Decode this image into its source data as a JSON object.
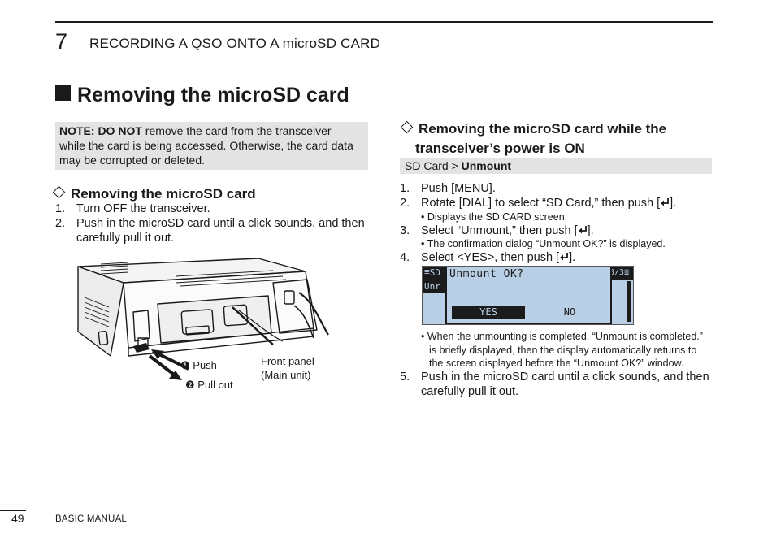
{
  "header": {
    "chapter_number": "7",
    "chapter_title": "RECORDING A QSO ONTO A microSD CARD"
  },
  "section": {
    "title": "Removing the microSD card"
  },
  "note": {
    "bold": "NOTE: DO NOT",
    "line1": " remove the card from the transceiver",
    "line2": "while the card is being accessed. Otherwise, the card data",
    "line3": "may be corrupted or deleted."
  },
  "left": {
    "subtitle": "Removing the microSD card",
    "steps": [
      {
        "n": "1.",
        "text": "Turn OFF the transceiver."
      },
      {
        "n": "2.",
        "text": "Push in the microSD card until a click sounds, and then",
        "text2": "carefully pull it out."
      }
    ],
    "figure": {
      "push_num": "❶",
      "push": "Push",
      "pull_num": "❷",
      "pull": "Pull out",
      "front_panel": "Front panel",
      "main_unit": "(Main unit)"
    }
  },
  "right": {
    "subtitle_line1": "Removing the microSD card while the",
    "subtitle_line2": "transceiver’s power is ON",
    "menu_path": {
      "prefix": "SD Card > ",
      "bold": "Unmount"
    },
    "steps": [
      {
        "n": "1.",
        "text": "Push [MENU]."
      },
      {
        "n": "2.",
        "text_a": "Rotate [DIAL] to select “SD Card,” then push [",
        "text_b": "]."
      },
      {
        "n": "3.",
        "text_a": "Select “Unmount,” then push [",
        "text_b": "]."
      },
      {
        "n": "4.",
        "text_a": "Select <YES>, then push [",
        "text_b": "]."
      },
      {
        "n": "5.",
        "text": "Push in the microSD card until a click sounds, and then",
        "text2": "carefully pull it out."
      }
    ],
    "bullets": {
      "b2": "• Displays the SD CARD screen.",
      "b3": "• The confirmation dialog “Unmount OK?” is displayed.",
      "b4_line1": "• When the unmounting is completed, “Unmount is completed.”",
      "b4_line2": "is briefly displayed, then the display automatically returns to",
      "b4_line3": "the screen displayed before the “Unmount OK?” window."
    },
    "lcd": {
      "bg_left": "SD",
      "bg_left2": "Unr",
      "bg_right": "3/3",
      "dialog": "Unmount OK?",
      "yes": "YES",
      "no": "NO"
    }
  },
  "footer": {
    "page_number": "49",
    "manual": "BASIC MANUAL"
  },
  "colors": {
    "text": "#1a1a1a",
    "note_bg": "#e3e3e3",
    "lcd_bg": "#b9cfe6",
    "lcd_dark": "#1b1b1b"
  }
}
